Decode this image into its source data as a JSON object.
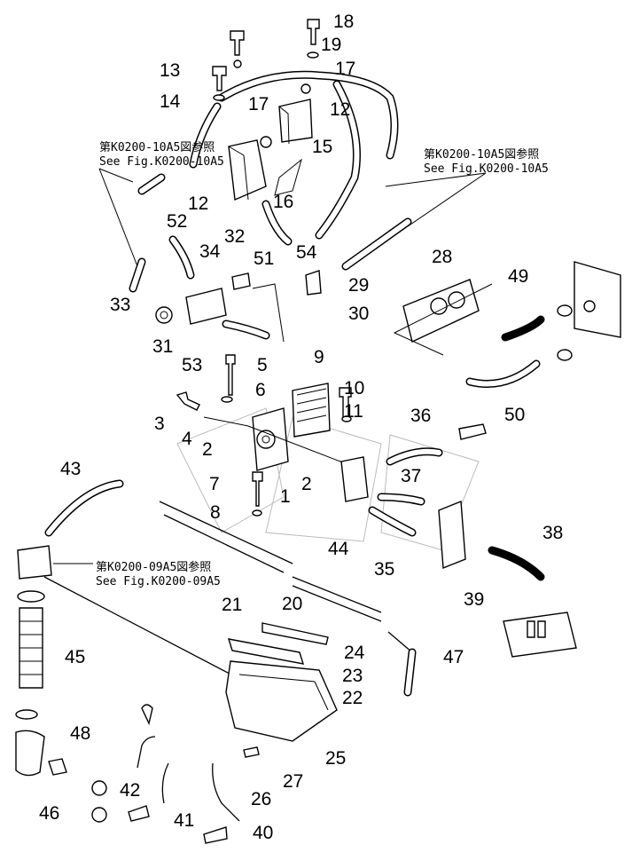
{
  "diagram": {
    "part_numbers": [
      "18",
      "19",
      "17",
      "13",
      "14",
      "17",
      "12",
      "15",
      "12",
      "16",
      "52",
      "34",
      "32",
      "51",
      "54",
      "33",
      "31",
      "53",
      "29",
      "30",
      "28",
      "49",
      "5",
      "9",
      "10",
      "11",
      "6",
      "3",
      "4",
      "2",
      "36",
      "50",
      "7",
      "2",
      "1",
      "37",
      "8",
      "43",
      "44",
      "35",
      "38",
      "39",
      "21",
      "20",
      "24",
      "23",
      "22",
      "45",
      "47",
      "48",
      "25",
      "42",
      "27",
      "26",
      "46",
      "41",
      "40"
    ],
    "references": [
      {
        "jp": "第K0200-10A5図参照",
        "en": "See Fig.K0200-10A5"
      },
      {
        "jp": "第K0200-10A5図参照",
        "en": "See Fig.K0200-10A5"
      },
      {
        "jp": "第K0200-09A5図参照",
        "en": "See Fig.K0200-09A5"
      }
    ]
  }
}
